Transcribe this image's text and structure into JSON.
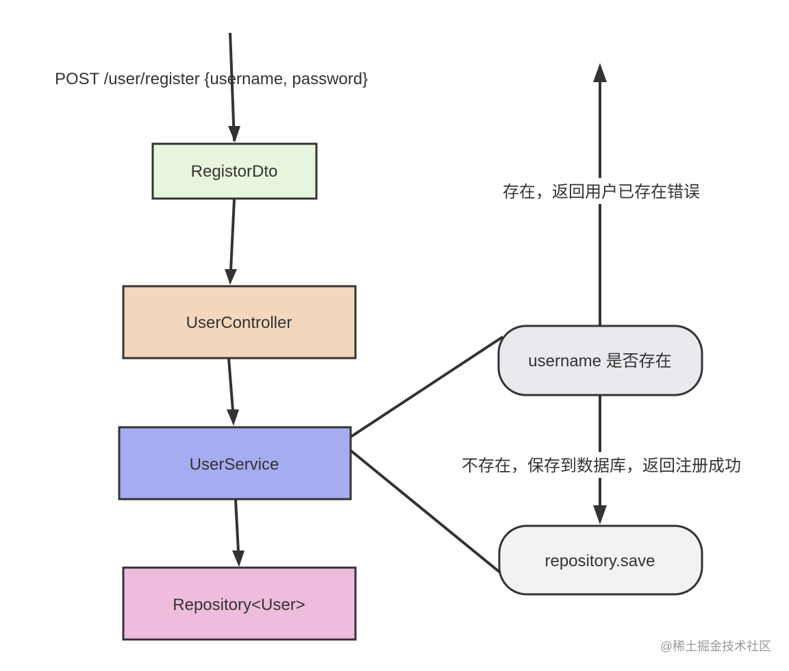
{
  "diagram": {
    "request_label": "POST /user/register {username, password}",
    "nodes": {
      "registor_dto": {
        "label": "RegistorDto",
        "fill": "#e6f5dc"
      },
      "user_controller": {
        "label": "UserController",
        "fill": "#f2d7bc"
      },
      "user_service": {
        "label": "UserService",
        "fill": "#a5acef"
      },
      "repository_user": {
        "label": "Repository<User>",
        "fill": "#eebcdc"
      },
      "username_check": {
        "label": "username 是否存在",
        "fill": "#e8eaed"
      },
      "repository_save": {
        "label": "repository.save",
        "fill": "#f2f2f2"
      }
    },
    "exists_label": "存在，返回用户已存在错误",
    "not_exists_label": "不存在，保存到数据库，返回注册成功"
  },
  "watermark": "@稀土掘金技术社区",
  "colors": {
    "stroke": "#333333",
    "text": "#333333",
    "watermark": "#999999"
  }
}
